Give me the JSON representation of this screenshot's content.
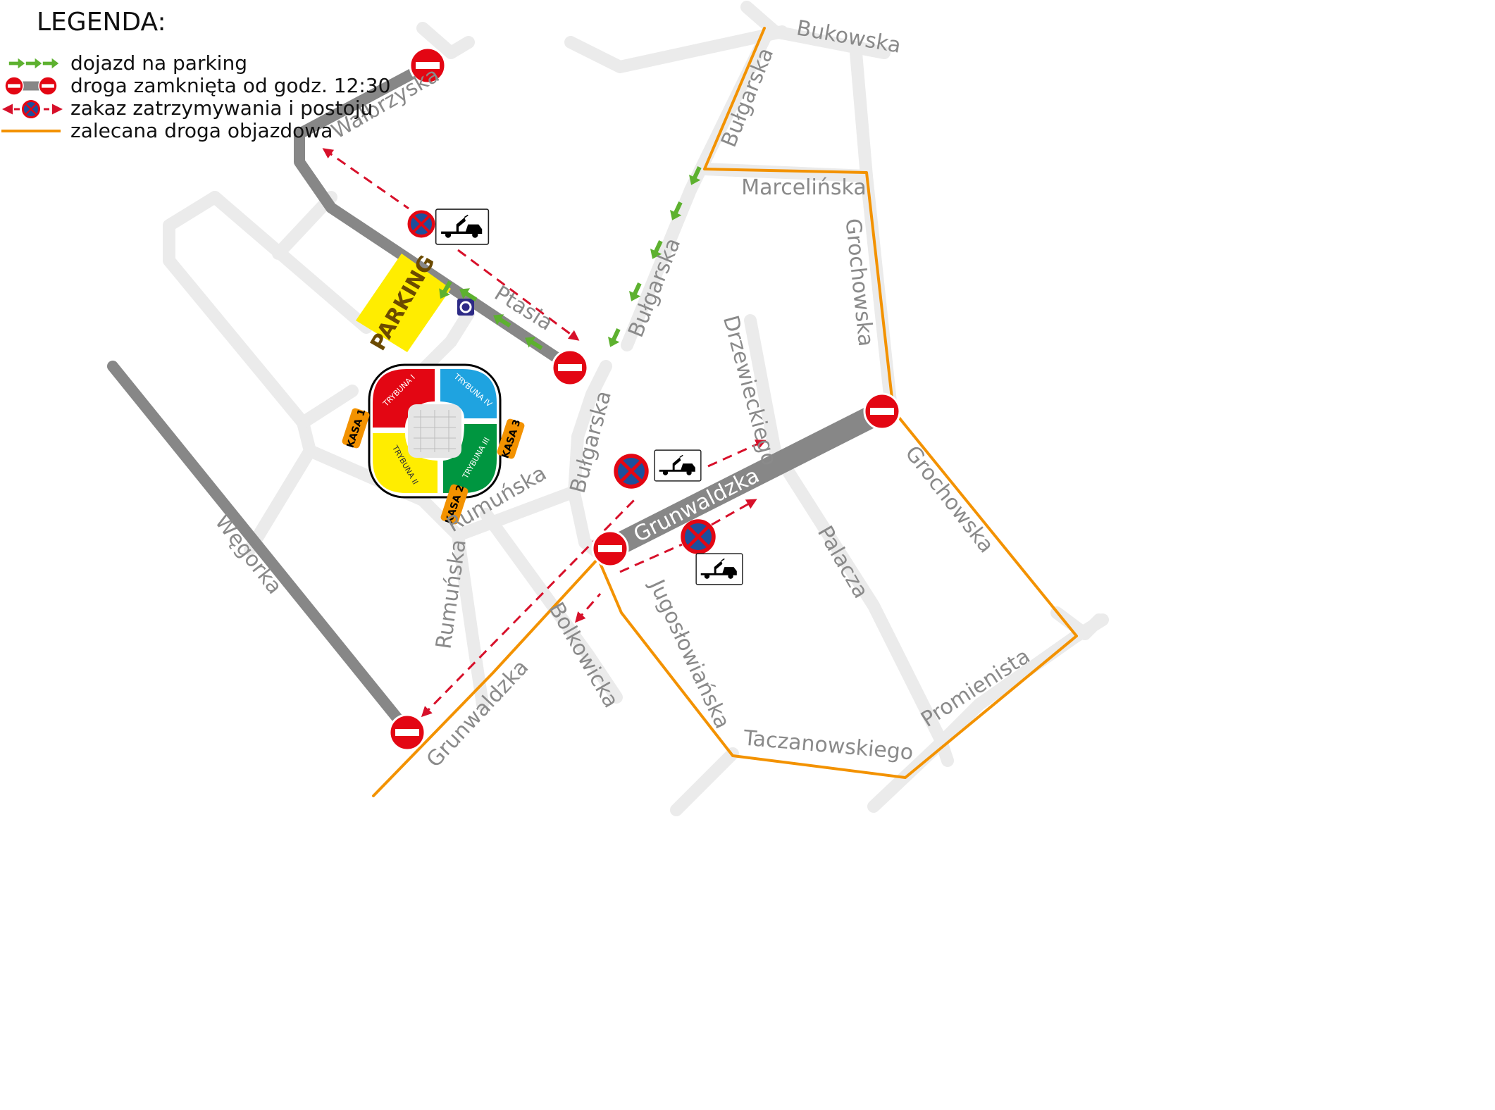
{
  "legend": {
    "title": "LEGENDA:",
    "items": [
      {
        "label": "dojazd na parking",
        "color": "#5db12f"
      },
      {
        "label": "droga zamknięta od godz. 12:30",
        "color": "#e30613"
      },
      {
        "label": "zakaz zatrzymywania i postoju",
        "color": "#d7102a"
      },
      {
        "label": "zalecana droga objazdowa",
        "color": "#f39200"
      }
    ]
  },
  "streets": {
    "bukowska": "Bukowska",
    "bulgarska_n": "Bułgarska",
    "bulgarska_m": "Bułgarska",
    "bulgarska_s": "Bułgarska",
    "marcelinska": "Marcelińska",
    "grochowska_n": "Grochowska",
    "grochowska_s": "Grochowska",
    "walbrzyska": "Wałbrzyska",
    "ptasia": "Ptasia",
    "drzewieckiego": "Drzewieckiego",
    "grunwaldzka_main": "Grunwaldzka",
    "grunwaldzka_sw": "Grunwaldzka",
    "rumunska_h": "Rumuńska",
    "rumunska_v": "Rumuńska",
    "wegorka": "Węgorka",
    "palacza": "Palacza",
    "jugoslowianska": "Jugosłowiańska",
    "bolkowicka": "Bolkowicka",
    "taczanowskiego": "Taczanowskiego",
    "promienista": "Promienista"
  },
  "parking": {
    "label": "PARKING",
    "color": "#ffed00"
  },
  "stadium": {
    "stands": [
      {
        "label": "TRYBUNA I",
        "color": "#e30613"
      },
      {
        "label": "TRYBUNA II",
        "color": "#ffed00"
      },
      {
        "label": "TRYBUNA III",
        "color": "#009640"
      },
      {
        "label": "TRYBUNA IV",
        "color": "#1fa3e0"
      }
    ],
    "ticket_offices": [
      {
        "label": "KASA 1"
      },
      {
        "label": "KASA 2"
      },
      {
        "label": "KASA 3"
      }
    ]
  },
  "colors": {
    "closed_road": "#878787",
    "street": "#ebebeb",
    "detour": "#f39200",
    "no_entry": "#e30613",
    "no_stopping_fill": "#1d4f9c",
    "no_stopping_border": "#e30613",
    "access_arrow": "#5db12f",
    "no_stop_arrow": "#d7102a",
    "info_sign": "#2d2a86"
  },
  "icons": {
    "no_entry": "no-entry-sign-icon",
    "no_stopping": "no-stopping-sign-icon",
    "tow_away": "tow-truck-icon",
    "info_point": "info-point-icon"
  }
}
